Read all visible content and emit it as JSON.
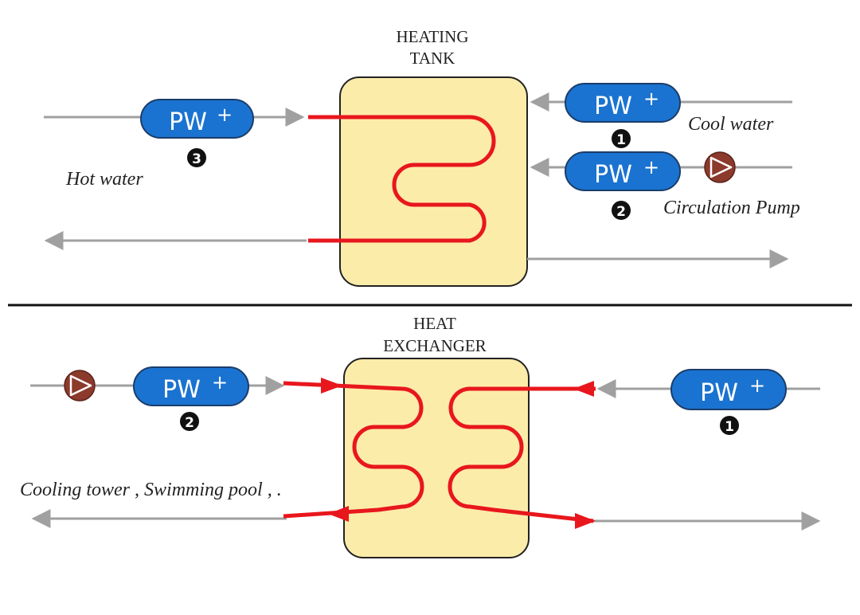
{
  "top": {
    "tank_title_line1": "HEATING",
    "tank_title_line2": "TANK",
    "label_cool_water": "Cool water",
    "label_hot_water": "Hot water",
    "label_circulation_pump": "Circulation Pump",
    "device_label": "PW",
    "device_superscript": "+",
    "numbers": [
      "1",
      "2",
      "3"
    ]
  },
  "bottom": {
    "exchanger_title_line1": "HEAT",
    "exchanger_title_line2": "EXCHANGER",
    "label_destinations": "Cooling tower , Swimming pool , .",
    "device_label": "PW",
    "device_superscript": "+",
    "numbers": [
      "1",
      "2"
    ]
  },
  "colors": {
    "tank_fill": "#fcecaa",
    "pipe_red": "#e8171d",
    "pipe_gray": "#a0a0a0",
    "device_blue": "#1a73d0",
    "pump_brown": "#8b3a2c",
    "number_badge": "#111111"
  }
}
